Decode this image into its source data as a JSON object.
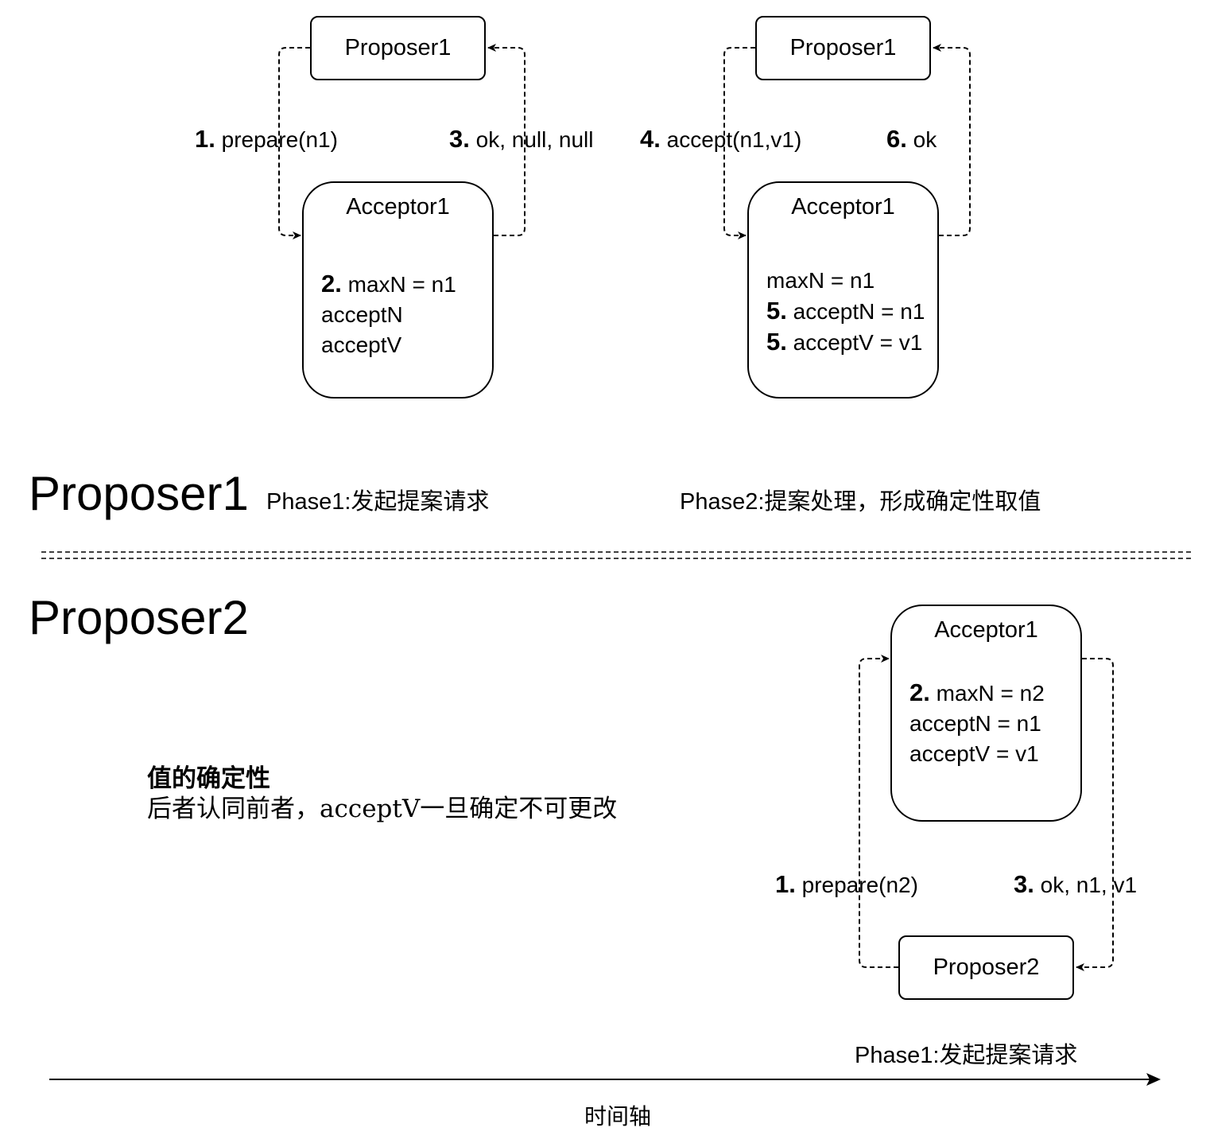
{
  "top": {
    "phase1": {
      "proposer": "Proposer1",
      "acceptor": "Acceptor1",
      "state": [
        {
          "num": "2.",
          "text": "maxN = n1"
        },
        {
          "num": "",
          "text": "acceptN"
        },
        {
          "num": "",
          "text": "acceptV"
        }
      ],
      "request": {
        "num": "1.",
        "text": "prepare(n1)"
      },
      "response": {
        "num": "3.",
        "text": "ok, null, null"
      }
    },
    "phase2": {
      "proposer": "Proposer1",
      "acceptor": "Acceptor1",
      "state": [
        {
          "num": "",
          "text": "maxN = n1"
        },
        {
          "num": "5.",
          "text": "acceptN = n1"
        },
        {
          "num": "5.",
          "text": "acceptV = v1"
        }
      ],
      "request": {
        "num": "4.",
        "text": "accept(n1,v1)"
      },
      "response": {
        "num": "6.",
        "text": "ok"
      }
    },
    "lane_title": "Proposer1",
    "phase1_label": "Phase1:发起提案请求",
    "phase2_label": "Phase2:提案处理，形成确定性取值"
  },
  "bottom": {
    "lane_title": "Proposer2",
    "acceptor": "Acceptor1",
    "state": [
      {
        "num": "2.",
        "text": "maxN = n2"
      },
      {
        "num": "",
        "text": "acceptN = n1"
      },
      {
        "num": "",
        "text": "acceptV = v1"
      }
    ],
    "proposer": "Proposer2",
    "request": {
      "num": "1.",
      "text": "prepare(n2)"
    },
    "response": {
      "num": "3.",
      "text": "ok, n1, v1"
    },
    "phase1_label": "Phase1:发起提案请求",
    "note_title": "值的确定性",
    "note_body": "后者认同前者，acceptV一旦确定不可更改"
  },
  "axis_label": "时间轴"
}
